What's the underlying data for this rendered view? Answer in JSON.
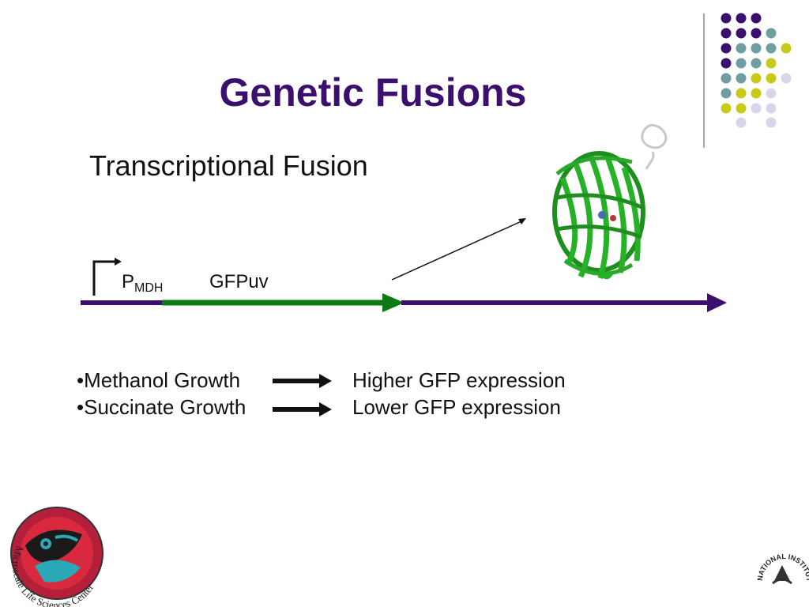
{
  "slide": {
    "title": "Genetic Fusions",
    "subtitle": "Transcriptional Fusion"
  },
  "construct": {
    "promoter_label": "P",
    "promoter_subscript": "MDH",
    "gene_label": "GFPuv"
  },
  "conditions": [
    {
      "condition": "•Methanol Growth",
      "result": "Higher GFP expression"
    },
    {
      "condition": "•Succinate Growth",
      "result": "Lower GFP expression"
    }
  ],
  "logos": {
    "left": "Microscale Life Sciences Center",
    "right": "NATIONAL INSTITUTES OF HEALTH"
  },
  "colors": {
    "title": "#3b0f6e",
    "dna_line": "#3b0f6e",
    "gene": "#0f7a12",
    "dot_purple": "#3b0f6e",
    "dot_teal": "#6f9ea0",
    "dot_yellow": "#c9c91a",
    "dot_lavender": "#d6d6ea"
  }
}
